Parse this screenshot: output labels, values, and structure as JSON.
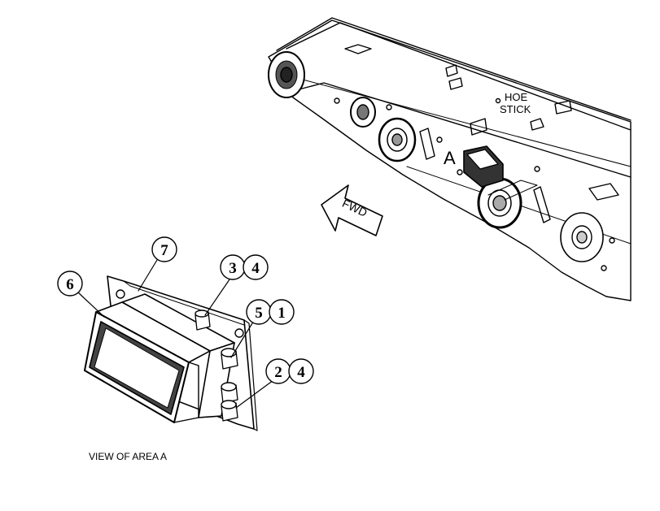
{
  "labels": {
    "hoe_stick_line1": "HOE",
    "hoe_stick_line2": "STICK",
    "area": "A",
    "fwd": "FWD",
    "caption": "VIEW OF AREA A"
  },
  "callouts": {
    "c7": "7",
    "c6": "6",
    "c3": "3",
    "c4a": "4",
    "c5": "5",
    "c1": "1",
    "c2": "2",
    "c4b": "4"
  }
}
